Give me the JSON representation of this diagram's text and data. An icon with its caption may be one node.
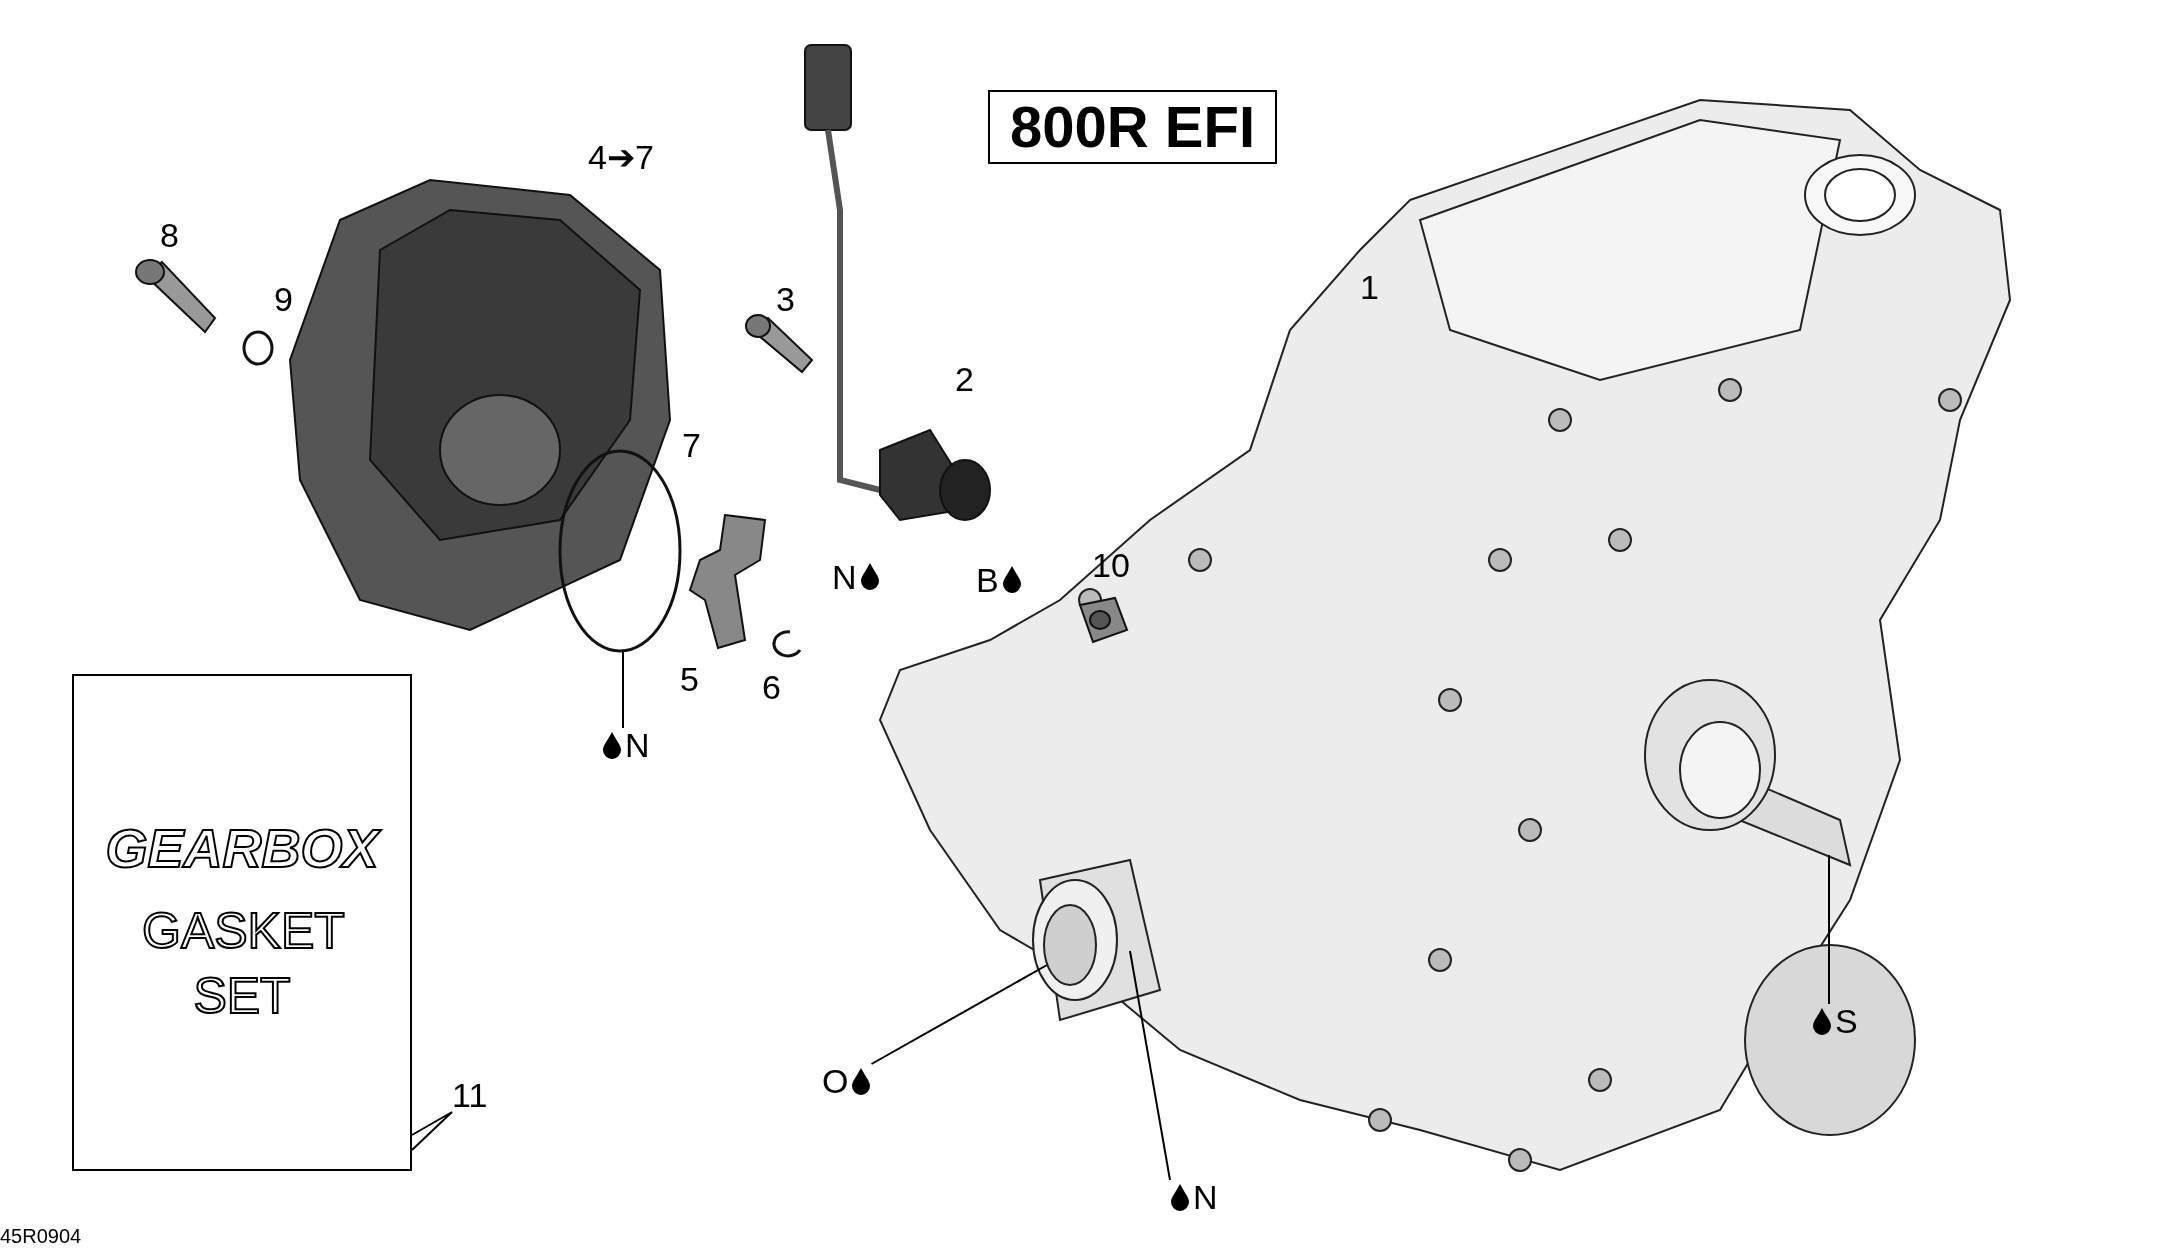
{
  "diagram": {
    "title": "800R EFI",
    "nodes": [
      {
        "text": [
          "GEARBOX",
          "GASKET SET"
        ]
      },
      {
        "text": [
          "11"
        ]
      },
      {
        "text": [],
        "shape": "circle"
      },
      {
        "text": [
          "N"
        ]
      },
      {
        "text": [
          "O"
        ]
      },
      {
        "text": [
          "N"
        ]
      },
      {
        "text": [
          "S"
        ]
      }
    ],
    "edges": [
      {
        "from": 1,
        "to": 0,
        "arrow": "none"
      },
      {
        "from": 3,
        "to": 2,
        "arrow": "none"
      },
      {
        "from": 4,
        "to": null,
        "arrow": "none"
      },
      {
        "from": 5,
        "to": null,
        "arrow": "none"
      },
      {
        "from": 6,
        "to": null,
        "arrow": "none"
      }
    ],
    "labels": [
      "4➔7",
      "8",
      "1",
      "3",
      "9",
      "2",
      "7",
      "N",
      "10",
      "B",
      "5",
      "6",
      "45R0904"
    ]
  }
}
